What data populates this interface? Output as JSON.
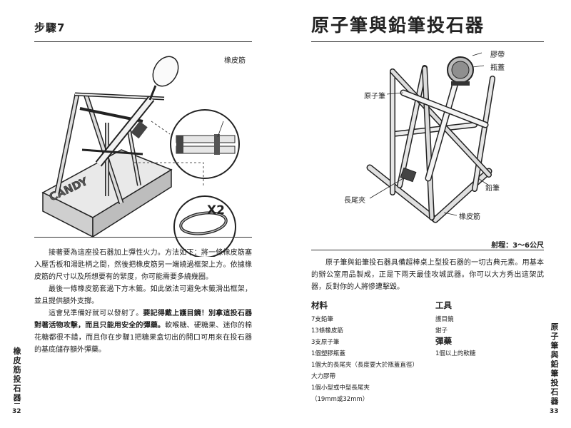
{
  "left_page": {
    "step_title": "步驟7",
    "diagram_labels": {
      "rubber_band": "橡皮筋",
      "x2": "X2",
      "box_text": "CANDY"
    },
    "paragraphs": {
      "p1": "接著要為這座投石器加上彈性火力。方法如下：將一條橡皮筋塞入壓舌板和湯匙柄之間，然後把橡皮筋另一端繞過框架上方。依據橡皮筋的尺寸以及所想要有的緊度，你可能需要多繞幾圈。",
      "p2": "最後一條橡皮筋套過下方木籤。如此做法可避免木籤滑出框架，並且提供額外支撐。",
      "p3_pre": "這會兒準備好就可以發射了。",
      "p3_bold": "要記得戴上護目鏡！別拿這投石器對著活物攻擊，而且只能用安全的彈藥。",
      "p3_post": "軟喉糖、硬糖果、迷你的棉花糖都很不錯，而且你在步驟1把糖果盒切出的開口可用來在投石器的基底儲存額外彈藥。"
    },
    "side_label": "橡皮筋投石器",
    "page_number": "32"
  },
  "right_page": {
    "title": "原子筆與鉛筆投石器",
    "diagram_labels": {
      "tape": "膠帶",
      "bottle_cap": "瓶蓋",
      "ballpoint_pen": "原子筆",
      "pencil": "鉛筆",
      "binder_clip": "長尾夾",
      "rubber_band": "橡皮筋"
    },
    "range": "射程：3～6公尺",
    "intro": "原子筆與鉛筆投石器具備超棒桌上型投石器的一切古典元素。用基本的辦公室用品製成，正是下雨天最佳攻城武器。你可以大方秀出這架武器，反對你的人將慘遭擊毀。",
    "materials": {
      "heading": "材料",
      "items": [
        "7支鉛筆",
        "13條橡皮筋",
        "3支原子筆",
        "1個塑膠瓶蓋",
        "1個大的長尾夾（長度要大於瓶蓋直徑）",
        "大力膠帶",
        "1個小型或中型長尾夾",
        "（19mm或32mm）"
      ]
    },
    "tools": {
      "heading": "工具",
      "items": [
        "護目鏡",
        "鉗子"
      ]
    },
    "ammo": {
      "heading": "彈藥",
      "items": [
        "1個以上的軟糖"
      ]
    },
    "side_label": "原子筆與鉛筆投石器",
    "page_number": "33"
  }
}
